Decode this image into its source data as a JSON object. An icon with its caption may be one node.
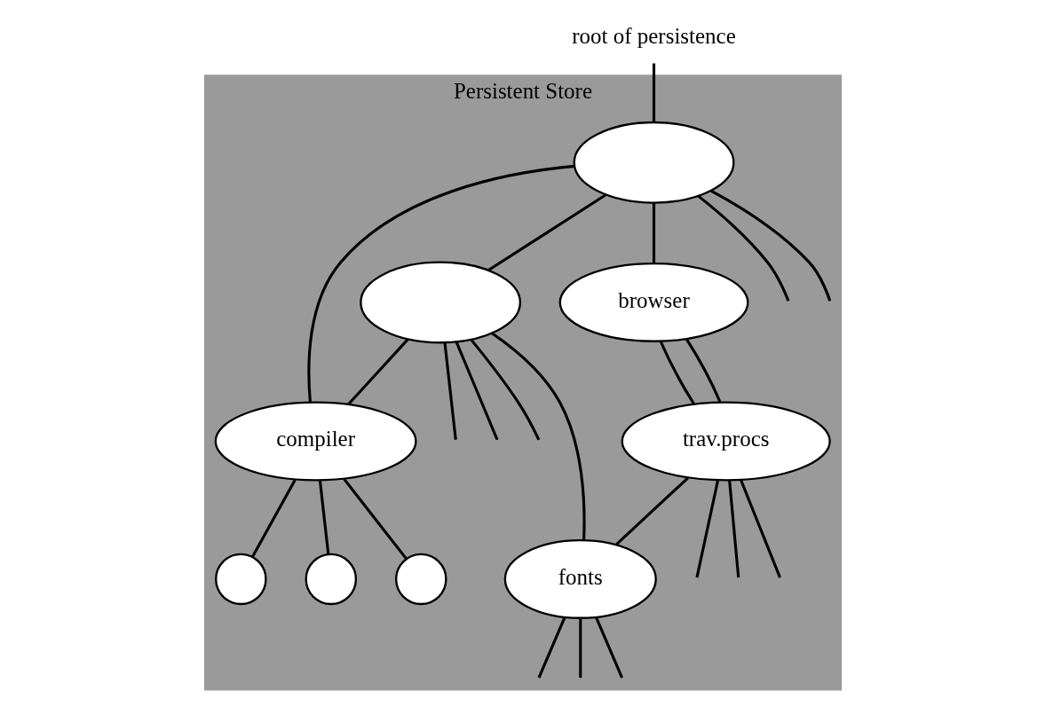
{
  "diagram": {
    "nodes": [
      {
        "text": [
          "Persistent Store"
        ]
      },
      {
        "text": [
          "root of persistence"
        ]
      },
      {
        "text": [],
        "shape": "ellipse",
        "in": 0
      },
      {
        "text": [],
        "shape": "ellipse",
        "in": 0
      },
      {
        "text": [
          "browser"
        ],
        "in": 0
      },
      {
        "text": [
          "trav.procs"
        ],
        "in": 0
      },
      {
        "text": [
          "fonts"
        ],
        "in": 0
      },
      {
        "text": [
          "compiler"
        ],
        "in": 0
      },
      {
        "text": [],
        "shape": "circle",
        "in": 0
      },
      {
        "text": [],
        "shape": "circle",
        "in": 0
      },
      {
        "text": [],
        "shape": "circle",
        "in": 0
      }
    ],
    "edges": [
      {
        "from": 1,
        "to": 2,
        "arrow": "none"
      },
      {
        "from": 2,
        "to": null,
        "arrow": "none"
      },
      {
        "from": 2,
        "to": null,
        "arrow": "none"
      },
      {
        "from": 2,
        "to": 4,
        "arrow": "none"
      },
      {
        "from": 2,
        "to": 3,
        "arrow": "none"
      },
      {
        "from": 2,
        "to": 7,
        "arrow": "none"
      },
      {
        "from": 3,
        "to": null,
        "arrow": "none"
      },
      {
        "from": 3,
        "to": null,
        "arrow": "none"
      },
      {
        "from": 3,
        "to": null,
        "arrow": "none"
      },
      {
        "from": 3,
        "to": 6,
        "arrow": "none"
      },
      {
        "from": 3,
        "to": 7,
        "arrow": "none"
      },
      {
        "from": 4,
        "to": 5,
        "arrow": "none"
      },
      {
        "from": 4,
        "to": 5,
        "arrow": "none"
      },
      {
        "from": 5,
        "to": 6,
        "arrow": "none"
      },
      {
        "from": 5,
        "to": null,
        "arrow": "none"
      },
      {
        "from": 5,
        "to": null,
        "arrow": "none"
      },
      {
        "from": 5,
        "to": null,
        "arrow": "none"
      },
      {
        "from": 6,
        "to": null,
        "arrow": "none"
      },
      {
        "from": 6,
        "to": null,
        "arrow": "none"
      },
      {
        "from": 6,
        "to": null,
        "arrow": "none"
      },
      {
        "from": 7,
        "to": 9,
        "arrow": "none"
      },
      {
        "from": 7,
        "to": 10,
        "arrow": "none"
      },
      {
        "from": 7,
        "to": 8,
        "arrow": "none"
      }
    ]
  }
}
